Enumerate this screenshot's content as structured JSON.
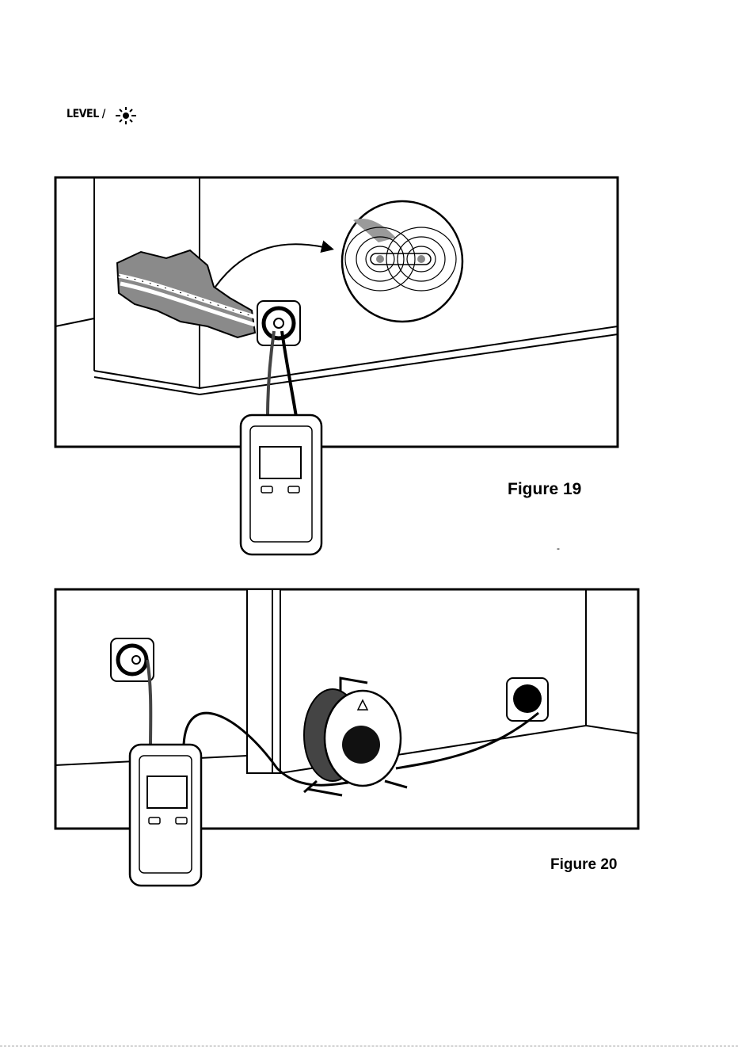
{
  "header": {
    "level_label": "LEVEL /",
    "icon": "sun-brightness-icon"
  },
  "figures": [
    {
      "caption": "Figure 19",
      "scene": "wall-socket-field-illustration"
    },
    {
      "caption": "Figure 20",
      "scene": "cable-reel-illustration"
    }
  ],
  "stray_mark": "-",
  "colors": {
    "ink": "#000000",
    "shade": "#808080",
    "cable_dark": "#333333"
  }
}
